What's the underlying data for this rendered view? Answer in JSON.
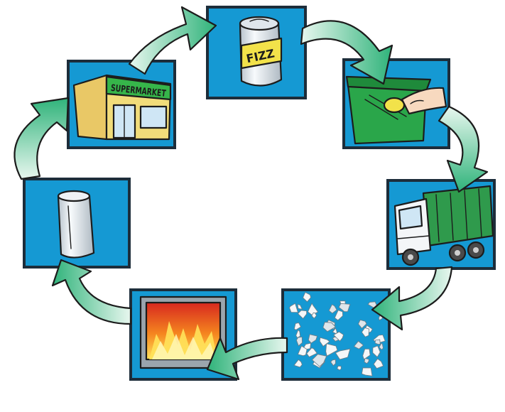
{
  "colors": {
    "panel": "#1599d3",
    "arrow_light": "#e8f7ef",
    "arrow_dark": "#2fb37a",
    "store_wall": "#f1dc7a",
    "store_sign": "#36b54a",
    "bin_green": "#2aa64a",
    "truck_green": "#2f9a4c",
    "fire_orange": "#f5861f",
    "fire_red": "#d7281f",
    "fire_yellow": "#ffe25a",
    "can_gray": "#e9eef2",
    "can_label": "#f2e24a"
  },
  "stages": [
    {
      "id": "beverage-can",
      "icon": "beverage-can-icon"
    },
    {
      "id": "recycling-bin",
      "icon": "recycling-bin-icon"
    },
    {
      "id": "collection-truck",
      "icon": "garbage-truck-icon"
    },
    {
      "id": "shredded-aluminum",
      "icon": "aluminum-shreds-icon"
    },
    {
      "id": "melting-furnace",
      "icon": "furnace-icon"
    },
    {
      "id": "new-can",
      "icon": "new-can-icon"
    },
    {
      "id": "store",
      "icon": "store-icon"
    }
  ],
  "store": {
    "sign": "SUPERMARKET"
  },
  "can": {
    "label": "FIZZ"
  }
}
